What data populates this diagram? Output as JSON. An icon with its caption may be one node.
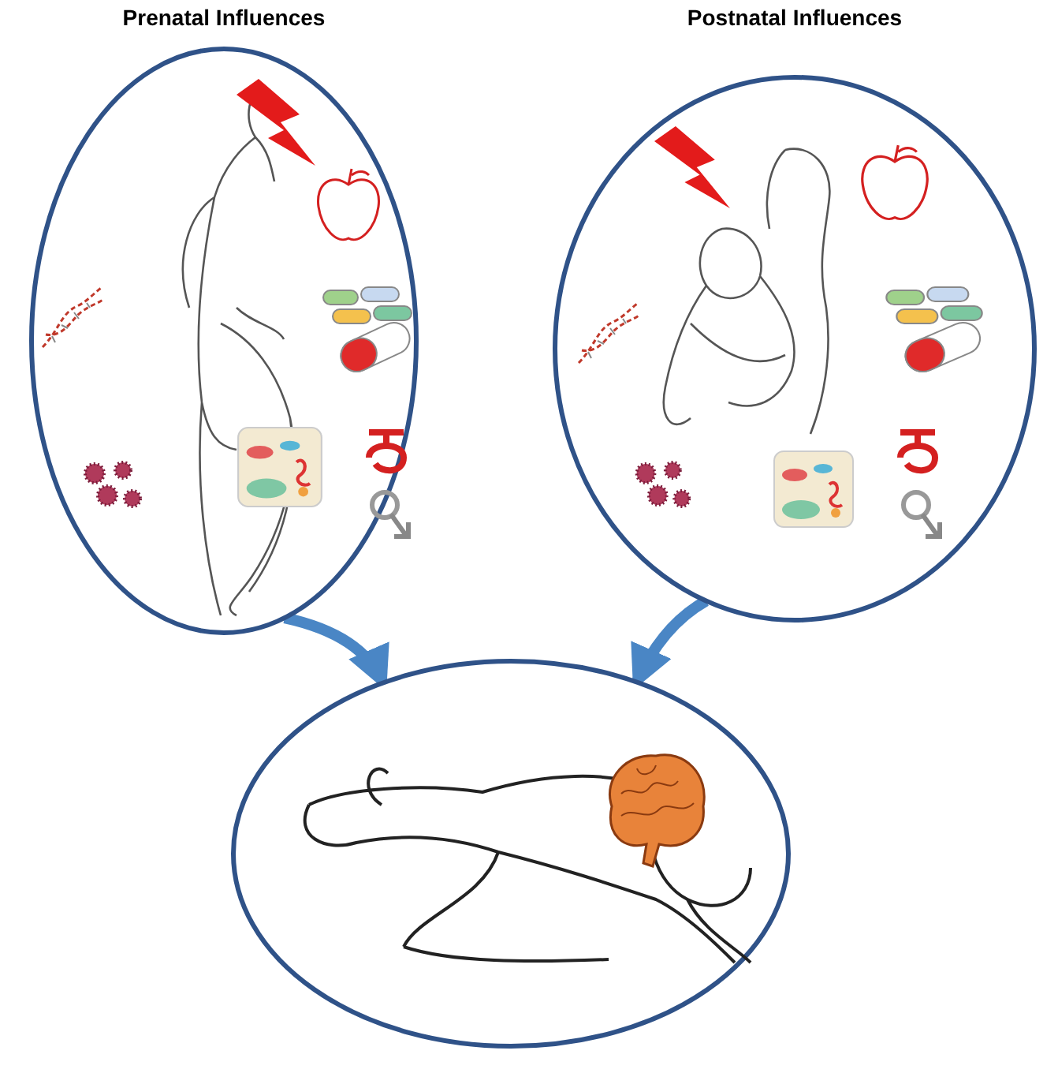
{
  "diagram": {
    "nodes": [
      {
        "text": [
          "Prenatal Influences"
        ]
      },
      {
        "text": [
          "Postnatal Influences"
        ]
      },
      {
        "text": [],
        "shape": "picture"
      }
    ],
    "edges": [
      {
        "from": 0,
        "to": 2,
        "arrow": "to"
      },
      {
        "from": 1,
        "to": 2,
        "arrow": "to"
      }
    ]
  }
}
